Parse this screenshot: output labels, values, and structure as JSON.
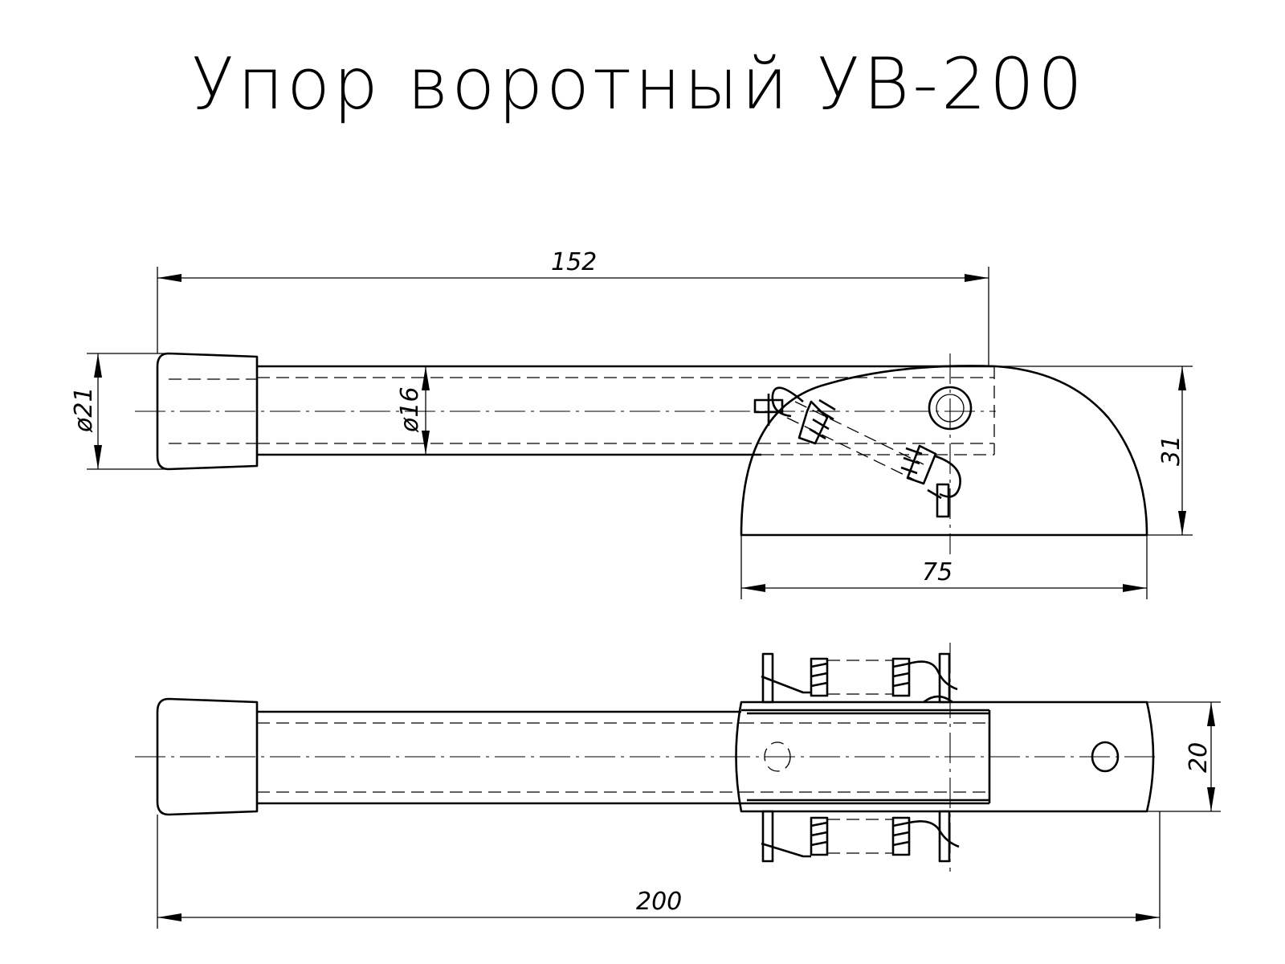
{
  "title": "Упор воротный УВ-200",
  "colors": {
    "line": "#000000",
    "background": "#ffffff"
  },
  "dimensions": {
    "length_top": "152",
    "length_total": "200",
    "cap_diameter": "ø21",
    "tube_diameter": "ø16",
    "bracket_height": "31",
    "bracket_width": "75",
    "bracket_plate_width": "20"
  }
}
